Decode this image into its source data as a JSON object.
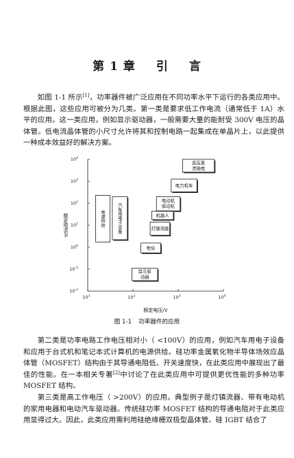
{
  "chapter": {
    "number": "第 1 章",
    "title_a": "引",
    "title_b": "言"
  },
  "para1": {
    "t1": "如图 1-1 所示",
    "ref1": "[1]",
    "t2": "，功率器件被广泛应用在不同功率水平下运行的各类应用中。根据此图，这些应用可被分为几类。第一类是要求低工作电流（通常低于 1A）水平的应用。这一类应用，例如显示驱动器，一般需要大量的能耐受 300V 电压的晶体管。低电流晶体管的小尺寸允许将其和控制电路一起集成在单晶片上，以此提供一种成本效益好的解决方案。"
  },
  "figure": {
    "caption_num": "图 1-1",
    "caption_text": "功率器件的应用"
  },
  "chart_data": {
    "type": "other",
    "xlabel": "额定电压/V",
    "ylabel": "额定电流/A",
    "xscale": "log",
    "yscale": "log",
    "xlim": [
      10,
      10000
    ],
    "ylim": [
      0.01,
      10000
    ],
    "x_ticks": [
      {
        "value": 10,
        "base": "10",
        "exp": "1"
      },
      {
        "value": 100,
        "base": "10",
        "exp": "2"
      },
      {
        "value": 1000,
        "base": "10",
        "exp": "3"
      },
      {
        "value": 10000,
        "base": "10",
        "exp": "4"
      }
    ],
    "y_ticks": [
      {
        "value": 0.01,
        "base": "10",
        "exp": "-2"
      },
      {
        "value": 0.1,
        "base": "10",
        "exp": "-1"
      },
      {
        "value": 1,
        "base": "10",
        "exp": "0"
      },
      {
        "value": 10,
        "base": "10",
        "exp": "1"
      },
      {
        "value": 100,
        "base": "10",
        "exp": "2"
      },
      {
        "value": 1000,
        "base": "10",
        "exp": "3"
      },
      {
        "value": 10000,
        "base": "10",
        "exp": "4"
      }
    ],
    "regions": [
      {
        "label": "高压直流输电",
        "x": [
          1250,
          6300
        ],
        "y": [
          2600,
          10000
        ],
        "vertical": false,
        "shadow": true
      },
      {
        "label": "电力机车",
        "x": [
          700,
          2600
        ],
        "y": [
          330,
          1250
        ],
        "vertical": false,
        "shadow": true
      },
      {
        "label": "电动机驱动机",
        "x": [
          330,
          1100
        ],
        "y": [
          45,
          200
        ],
        "vertical": false,
        "shadow": true
      },
      {
        "label": "机器人",
        "x": [
          260,
          780
        ],
        "y": [
          18,
          43
        ],
        "vertical": false,
        "shadow": true
      },
      {
        "label": "灯镇流器",
        "x": [
          240,
          650
        ],
        "y": [
          3.5,
          14
        ],
        "vertical": false,
        "shadow": true
      },
      {
        "label": "电信",
        "x": [
          150,
          410
        ],
        "y": [
          0.55,
          1.55
        ],
        "vertical": false,
        "shadow": true
      },
      {
        "label": "显示驱动器",
        "x": [
          95,
          350
        ],
        "y": [
          0.03,
          0.11
        ],
        "vertical": false,
        "shadow": true
      },
      {
        "label": "电源供给",
        "x": [
          15,
          31
        ],
        "y": [
          1.7,
          230
        ],
        "vertical": true,
        "shadow": false
      },
      {
        "label": "汽车用电子设备",
        "x": [
          35,
          75
        ],
        "y": [
          2.2,
          200
        ],
        "vertical": true,
        "shadow": true
      }
    ]
  },
  "para2": {
    "p1_a": "第二类是功率电路工作电压相对小（ <100V）的应用，例如汽车用电子设备和应用于台式机和笔记本式计算机的电源供给。硅功率金属氧化物半导体场效应晶体管（MOSFET）结构由于其导通电阻低、开关速度快，在此类应用中展现出了最佳的性能。在一本相关专著",
    "p1_ref": "[2]",
    "p1_b": "中讨论了在此类应用中可提供更优性能的多种功率 MOSFET 结构。",
    "p2": "第三类是高工作电压（ >200V）的应用。典型例子是灯镇流器、带有电动机的家用电器和电动汽车驱动器。传统硅功率 MOSFET 结构的导通电阻对于此类应用显得过大。因此，此类应用需利用硅绝缘栅双极型晶体管。硅 IGBT 结合了"
  }
}
